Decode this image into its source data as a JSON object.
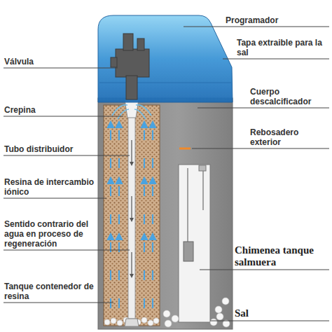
{
  "diagram": {
    "labels": [
      "Programador",
      "Tapa extraible para la sal",
      "Válvula",
      "Cuerpo descalcificador",
      "Crepina",
      "Rebosadero exterior",
      "Tubo distribuidor",
      "Resina de intercambio iónico",
      "Sentido contrario del agua en proceso de regeneración",
      "Chimenea tanque salmuera",
      "Tanque contenedor de resina",
      "Sal"
    ]
  }
}
